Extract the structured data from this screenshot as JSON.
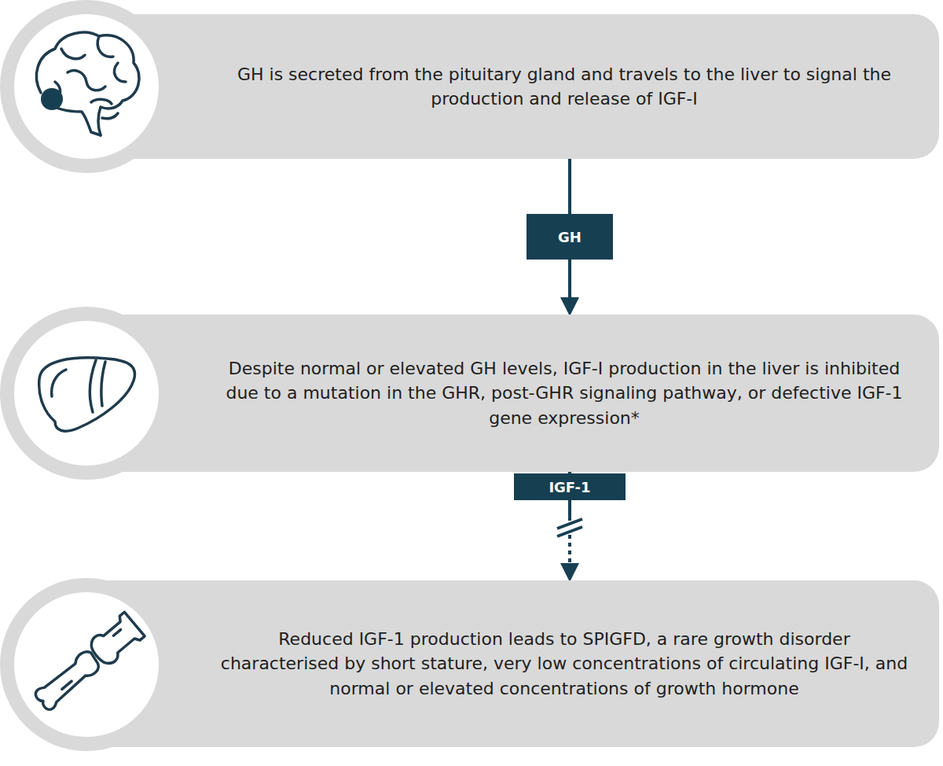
{
  "diagram": {
    "nodes": [
      {
        "text": [
          "GH is secreted from the pituitary gland and travels to the liver to signal the production and release of IGF-I"
        ]
      },
      {
        "text": [
          "Despite normal or elevated GH levels, IGF-I production in the liver is inhibited due to a mutation in the GHR, post-GHR signaling pathway, or defective IGF-1 gene expression*"
        ]
      },
      {
        "text": [
          "Reduced IGF-1 production leads to SPIGFD, a rare growth disorder characterised by short stature, very low concentrations of circulating IGF-I, and normal or elevated concentrations of growth hormone"
        ]
      }
    ],
    "edges": [
      {
        "from": 0,
        "to": 1,
        "arrow": "to",
        "label": "GH"
      },
      {
        "from": 1,
        "to": 2,
        "arrow": "to",
        "label": "IGF-1"
      }
    ]
  }
}
